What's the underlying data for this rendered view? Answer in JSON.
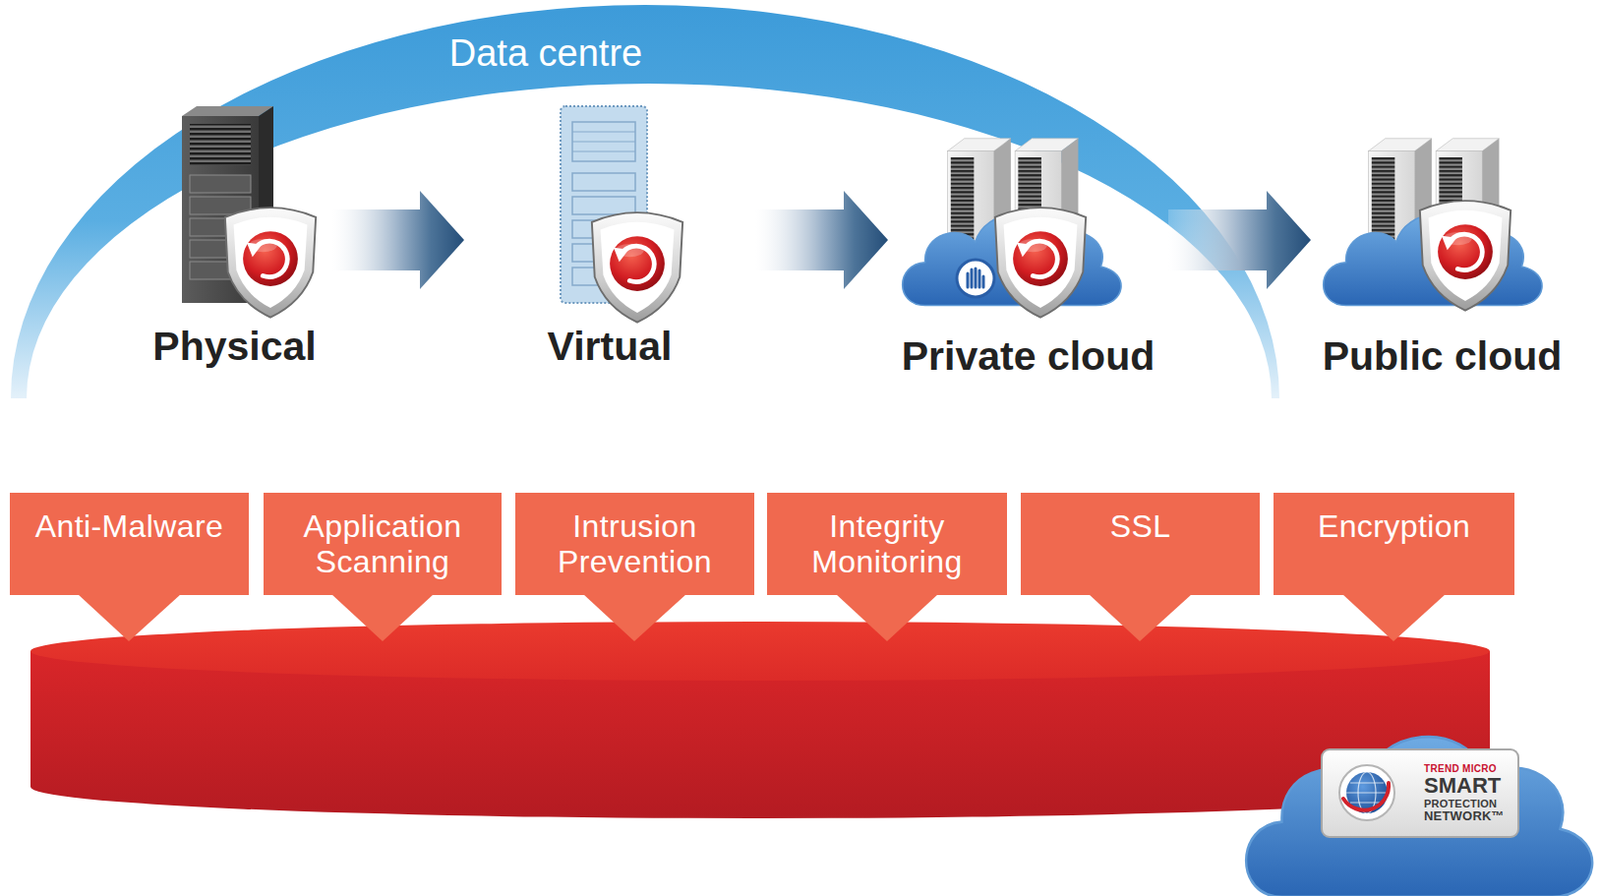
{
  "diagram": {
    "nodes": [
      {
        "text": [
          "Physical"
        ]
      },
      {
        "text": [
          "Virtual"
        ]
      },
      {
        "text": [
          "Private cloud"
        ]
      },
      {
        "text": [
          "Public cloud"
        ]
      },
      {
        "text": [
          "Anti-Malware"
        ]
      },
      {
        "text": [
          "Application Scanning"
        ]
      },
      {
        "text": [
          "Intrusion Prevention"
        ]
      },
      {
        "text": [
          "Integrity Monitoring"
        ]
      },
      {
        "text": [
          "SSL"
        ]
      },
      {
        "text": [
          "Encryption"
        ]
      },
      {
        "text": [
          "TREND MICRO",
          "SMART",
          "PROTECTION",
          "NETWORK™"
        ]
      }
    ],
    "edges": [
      {
        "from": 0,
        "to": 1,
        "arrow": "to"
      },
      {
        "from": 1,
        "to": 2,
        "arrow": "to"
      },
      {
        "from": 2,
        "to": 3,
        "arrow": "to"
      }
    ],
    "labels": [
      "Data centre"
    ]
  }
}
